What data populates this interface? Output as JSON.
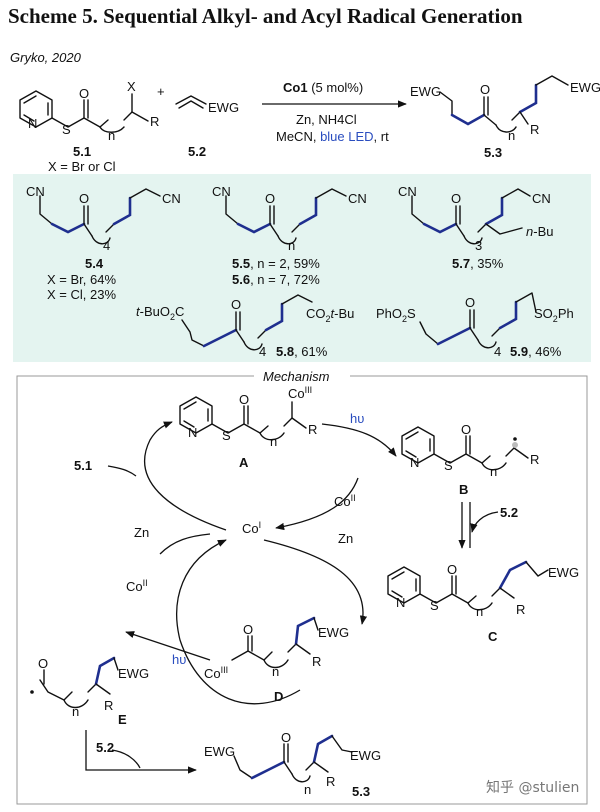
{
  "title": "Scheme 5. Sequential Alkyl- and Acyl Radical Generation",
  "reference": "Gryko, 2020",
  "reaction": {
    "reagent_main": "Co1",
    "reagent_loading": "(5 mol%)",
    "conditions_line1": "Zn, NH4Cl",
    "conditions_line2_pre": "MeCN, ",
    "conditions_line2_light": "blue LED",
    "conditions_line2_post": ", rt",
    "substrate_label": "5.1",
    "substrate_note": "X = Br or Cl",
    "alkene_label": "5.2",
    "product_label": "5.3"
  },
  "scope": [
    {
      "label": "5.4",
      "lines": [
        "X = Br, 64%",
        "X = Cl, 23%"
      ]
    },
    {
      "label": "5.5",
      "yield": ", n = 2, 59%"
    },
    {
      "label": "5.6",
      "yield": ", n = 7, 72%"
    },
    {
      "label": "5.7",
      "yield": ", 35%"
    },
    {
      "label": "5.8",
      "yield": ", 61%"
    },
    {
      "label": "5.9",
      "yield": ", 46%"
    }
  ],
  "mechanism": {
    "title": "Mechanism",
    "intermediates": [
      "A",
      "B",
      "C",
      "D",
      "E"
    ],
    "catalyst": "Co",
    "catalyst_superscript": "I",
    "cobalt_II": "Co",
    "cobalt_II_sup": "II",
    "cobalt_III_sup": "III",
    "reductant": "Zn",
    "light": "hυ",
    "substrate": "5.1",
    "alkene": "5.2",
    "product": "5.3"
  },
  "watermark": "知乎 @stulien",
  "colors": {
    "scope_bg": "#e4f4f0",
    "highlight_bond": "#1f2f8f",
    "blue_text": "#2a4dbf"
  }
}
